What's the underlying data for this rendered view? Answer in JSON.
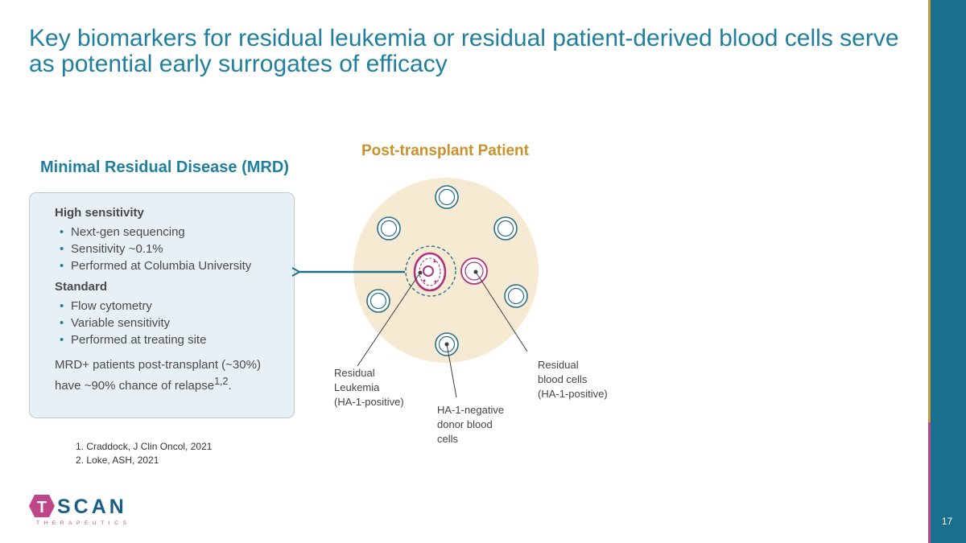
{
  "title": "Key biomarkers for residual leukemia or residual patient-derived blood cells serve as potential early surrogates of efficacy",
  "mrd": {
    "heading": "Minimal Residual Disease (MRD)",
    "high_heading": "High sensitivity",
    "high_items": [
      "Next-gen sequencing",
      "Sensitivity ~0.1%",
      "Performed at Columbia University"
    ],
    "standard_heading": "Standard",
    "standard_items": [
      "Flow cytometry",
      "Variable sensitivity",
      "Performed at treating site"
    ],
    "summary_text": "MRD+ patients post-transplant (~30%) have ~90% chance of relapse",
    "summary_sup": "1,2",
    "summary_end": "."
  },
  "diagram": {
    "title": "Post-transplant Patient",
    "label_leukemia": [
      "Residual",
      "Leukemia",
      "(HA-1-positive)"
    ],
    "label_donor": [
      "HA-1-negative",
      "donor blood",
      "cells"
    ],
    "label_residual_blood": [
      "Residual",
      "blood cells",
      "(HA-1-positive)"
    ]
  },
  "references": [
    "1. Craddock, J Clin Oncol, 2021",
    "2. Loke, ASH, 2021"
  ],
  "logo": {
    "letter": "T",
    "text": "SCAN",
    "subtitle": "THERAPEUTICS"
  },
  "page_number": "17",
  "colors": {
    "teal": "#1f7f9e",
    "gold": "#c9922a",
    "magenta": "#b0337e",
    "patient_fill": "#f7ead2",
    "box_fill": "#e7f0f5"
  }
}
